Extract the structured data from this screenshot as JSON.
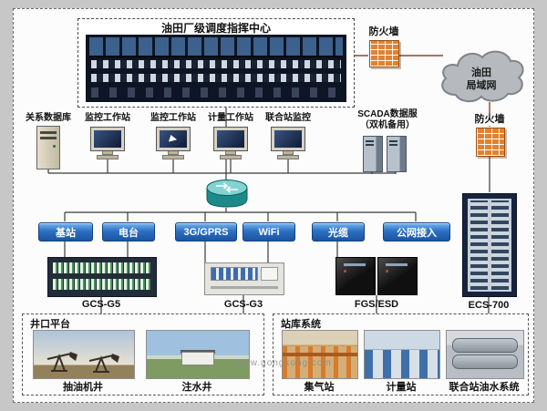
{
  "command_center": {
    "label": "油田厂级调度指挥中心"
  },
  "firewalls": {
    "top": "防火墙",
    "right": "防火墙"
  },
  "cloud": {
    "line1": "油田",
    "line2": "局域网"
  },
  "workstations": [
    {
      "label": "关系数据库"
    },
    {
      "label": "监控工作站"
    },
    {
      "label": "监控工作站"
    },
    {
      "label": "计量工作站"
    },
    {
      "label": "联合站监控"
    },
    {
      "label": "SCADA数据服",
      "sublabel": "（双机备用）"
    }
  ],
  "channels": [
    "基站",
    "电台",
    "3G/GPRS",
    "WiFi",
    "光缆",
    "公网接入"
  ],
  "devices": [
    "GCS-G5",
    "GCS-G3",
    "FGS/ESD",
    "ECS-700"
  ],
  "wellhead": {
    "title": "井口平台",
    "photos": [
      "抽油机井",
      "注水井"
    ]
  },
  "station": {
    "title": "站库系统",
    "photos": [
      "集气站",
      "计量站",
      "联合站油水系统"
    ]
  },
  "watermark": "www.gongkong.com",
  "colors": {
    "channel_blue": "#2d6fc2",
    "firewall_orange": "#e2822e",
    "router_teal": "#1d8a8a",
    "cloud_gray": "#b6babe",
    "wire_dark": "#3a3a3a",
    "wire_brown": "#8a4632"
  }
}
